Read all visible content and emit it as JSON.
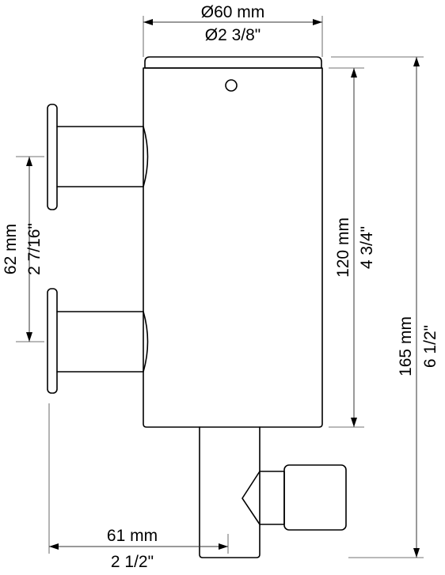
{
  "dimensions": {
    "diameter": {
      "metric": "Ø60 mm",
      "imperial": "Ø2 3/8\""
    },
    "body_height": {
      "metric": "120 mm",
      "imperial": "4 3/4\""
    },
    "total_height": {
      "metric": "165 mm",
      "imperial": "6 1/2\""
    },
    "inlet_spacing": {
      "metric": "62 mm",
      "imperial": "2 7/16\""
    },
    "depth": {
      "metric": "61 mm",
      "imperial": "2 1/2\""
    }
  }
}
